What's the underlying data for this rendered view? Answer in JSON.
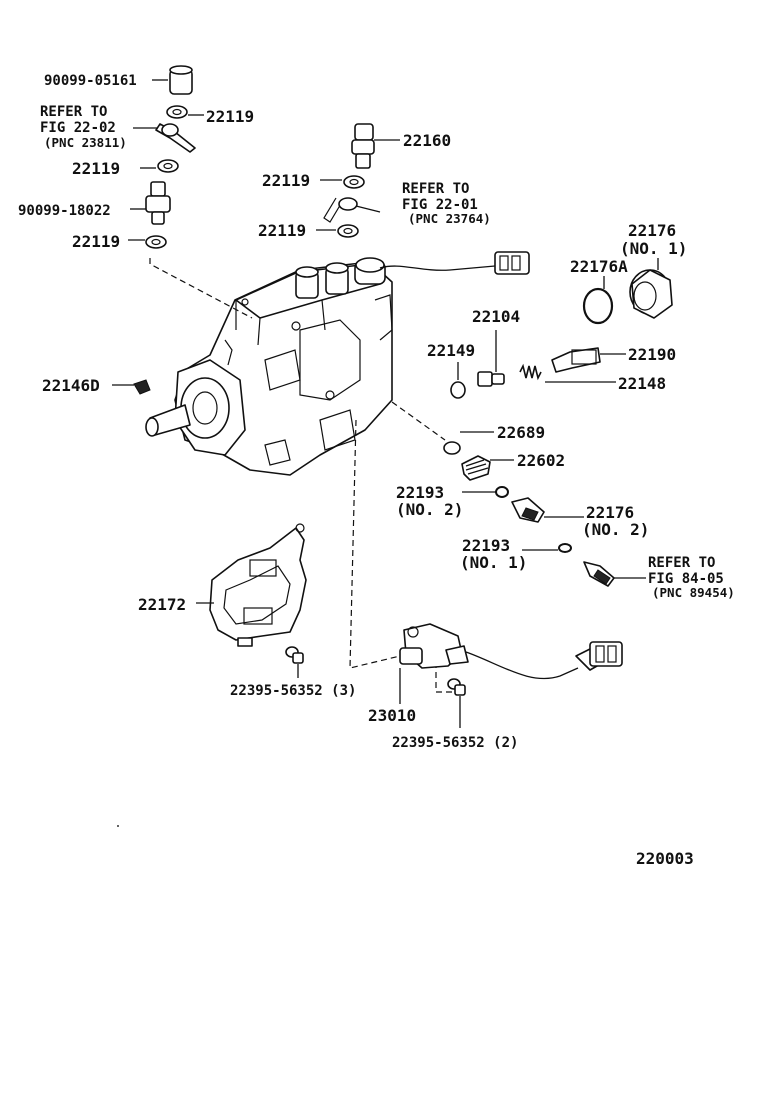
{
  "diagram_id": "220003",
  "parts": {
    "p_90099_05161": "90099-05161",
    "p_22119_a": "22119",
    "refer_a_l1": "REFER TO",
    "refer_a_l2": "FIG 22-02",
    "refer_a_l3": "(PNC 23811)",
    "p_22119_b": "22119",
    "p_90099_18022": "90099-18022",
    "p_22119_c": "22119",
    "p_22160": "22160",
    "p_22119_d": "22119",
    "refer_b_l1": "REFER TO",
    "refer_b_l2": "FIG 22-01",
    "refer_b_l3": "(PNC 23764)",
    "p_22119_e": "22119",
    "p_22176_l1": "22176",
    "p_22176_l2": "(NO. 1)",
    "p_22176A": "22176A",
    "p_22104": "22104",
    "p_22149": "22149",
    "p_22190": "22190",
    "p_22148": "22148",
    "p_22146D": "22146D",
    "p_22689": "22689",
    "p_22602": "22602",
    "p_22193_no2_l1": "22193",
    "p_22193_no2_l2": "(NO. 2)",
    "p_22176_no2_l1": "22176",
    "p_22176_no2_l2": "(NO. 2)",
    "p_22193_no1_l1": "22193",
    "p_22193_no1_l2": "(NO. 1)",
    "refer_c_l1": "REFER TO",
    "refer_c_l2": "FIG 84-05",
    "refer_c_l3": "(PNC 89454)",
    "p_22172": "22172",
    "p_22395_3": "22395-56352 (3)",
    "p_23010": "23010",
    "p_22395_2": "22395-56352 (2)"
  }
}
